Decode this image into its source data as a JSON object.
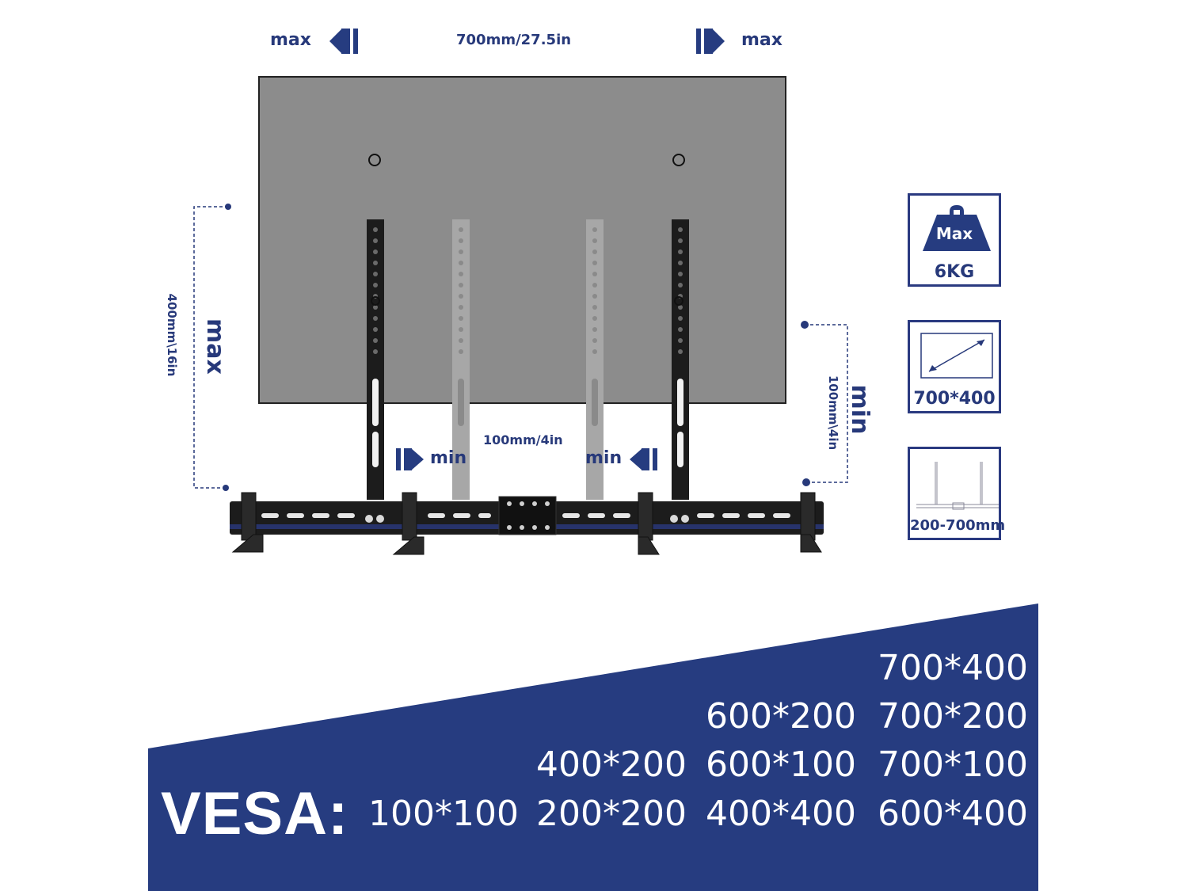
{
  "top_dims": {
    "left_max": "max",
    "width": "700mm/27.5in",
    "right_max": "max"
  },
  "left_dims": {
    "max": "max",
    "height": "400mm\\16in"
  },
  "right_dims": {
    "min": "min",
    "height": "100mm\\4in"
  },
  "bottom_dims": {
    "left_min": "min",
    "width": "100mm/4in",
    "right_min": "min"
  },
  "spec_boxes": {
    "weight_badge": "Max",
    "weight_value": "6KG",
    "vesa_size": "700*400",
    "range": "200-700mm"
  },
  "vesa": {
    "title": "VESA:",
    "rows": [
      [
        "",
        "",
        "",
        "700*400"
      ],
      [
        "",
        "",
        "600*200",
        "700*200"
      ],
      [
        "",
        "400*200",
        "600*100",
        "700*100"
      ],
      [
        "100*100",
        "200*200",
        "400*400",
        "600*400"
      ]
    ]
  },
  "colors": {
    "navy": "#263c80",
    "label": "#27397a",
    "tv_panel": "#8c8c8c",
    "bracket": "#1a1a1a",
    "bracket_ghost": "#a6a6a6"
  },
  "icons": [
    "arrow-left-icon",
    "arrow-right-icon",
    "weight-icon",
    "diagonal-size-icon",
    "bracket-range-icon"
  ]
}
